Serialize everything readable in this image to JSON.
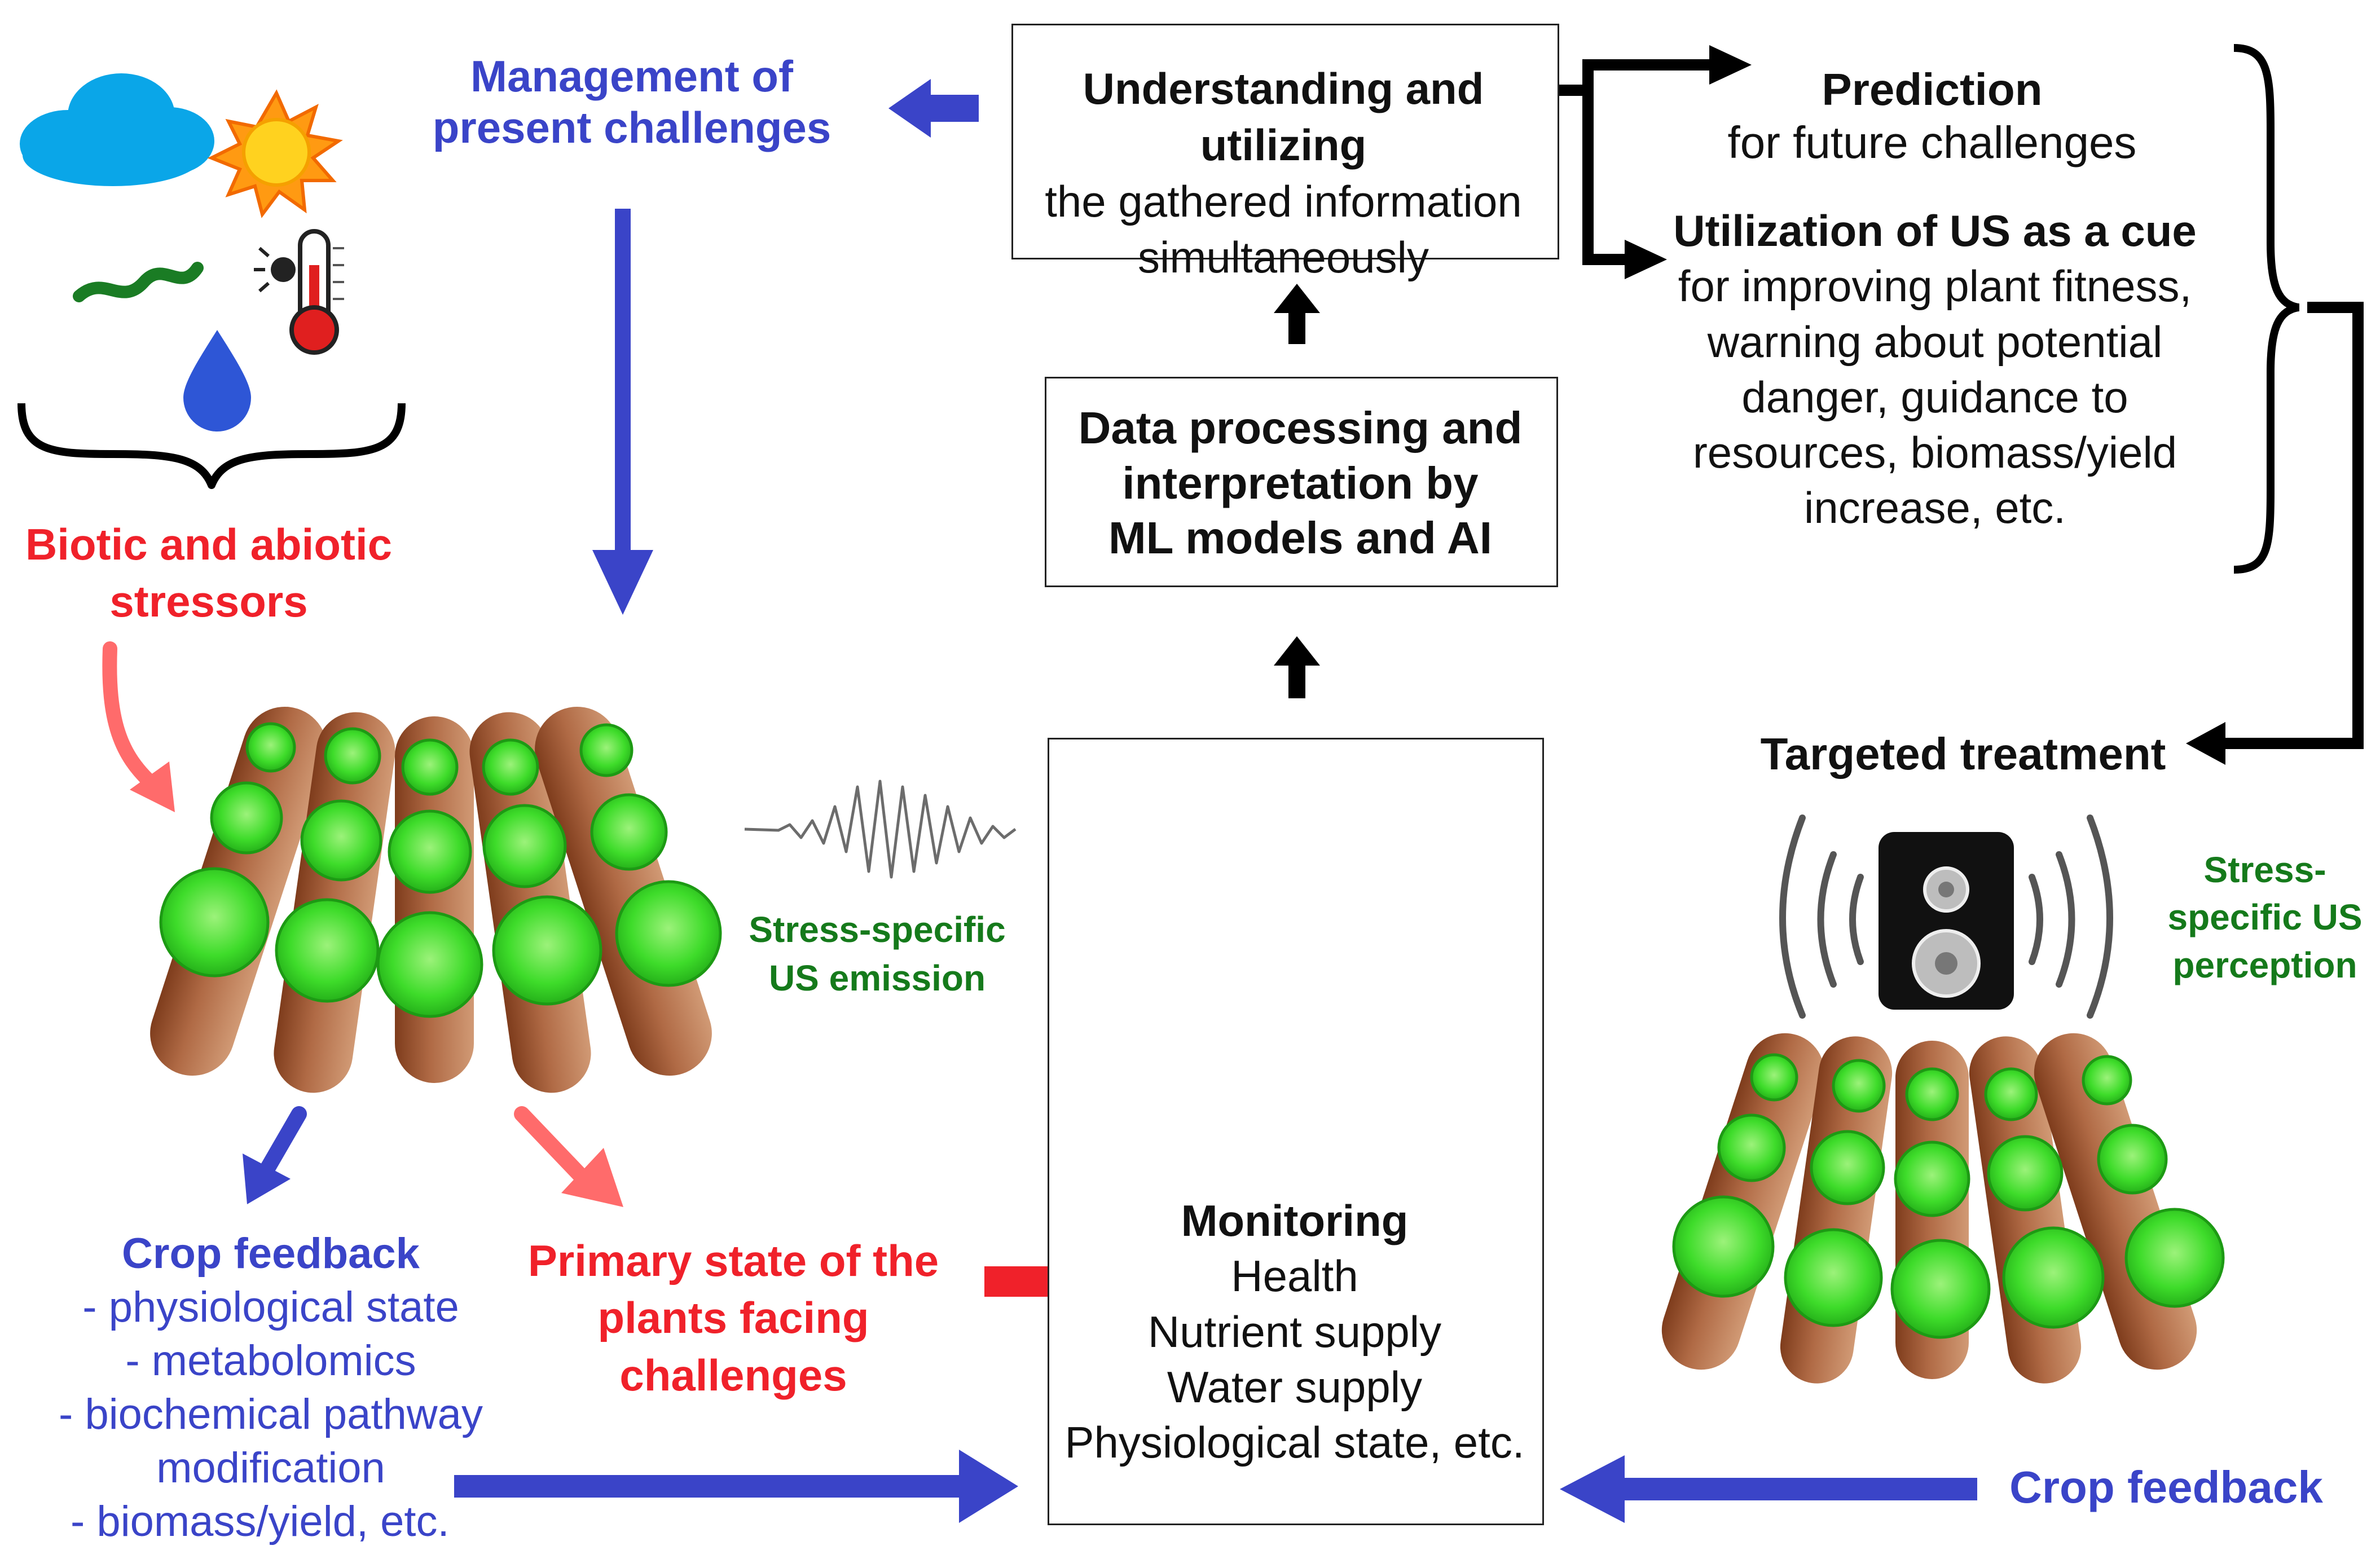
{
  "colors": {
    "blue": "#3a44c8",
    "red": "#f0212a",
    "green": "#157a1b",
    "black": "#111111",
    "soil": "#b06a45",
    "leaf": "#3edc2a"
  },
  "icons": [
    "cloud-icon",
    "sun-icon",
    "worm-icon",
    "thermometer-icon",
    "water-drop-icon",
    "farmer-icon",
    "microphone-icon",
    "speaker-icon",
    "sound-wave-icon"
  ],
  "management": {
    "lines": [
      "Management of",
      "present challenges"
    ]
  },
  "understanding": {
    "bold": "Understanding and utilizing",
    "lines": [
      "the gathered information",
      "simultaneously"
    ]
  },
  "prediction": {
    "title": "Prediction",
    "subtitle": "for future challenges"
  },
  "cue": {
    "title": "Utilization of US as a cue",
    "lines": [
      "for improving plant fitness,",
      "warning about potential",
      "danger, guidance to",
      "resources, biomass/yield",
      "increase, etc."
    ]
  },
  "processing": {
    "lines": [
      "Data processing and",
      "interpretation by",
      "ML models and AI"
    ]
  },
  "stressors": {
    "lines": [
      "Biotic and abiotic",
      "stressors"
    ]
  },
  "emission": {
    "lines": [
      "Stress-specific",
      "US emission"
    ]
  },
  "targeted": {
    "title": "Targeted treatment"
  },
  "perception": {
    "lines": [
      "Stress-",
      "specific US",
      "perception"
    ]
  },
  "crop_feedback_left": {
    "title": "Crop feedback",
    "lines": [
      "- physiological state",
      "- metabolomics",
      "- biochemical pathway",
      "modification",
      "- biomass/yield, etc."
    ]
  },
  "primary_state": {
    "lines": [
      "Primary state of the",
      "plants facing challenges"
    ]
  },
  "monitoring": {
    "title": "Monitoring",
    "lines": [
      "Health",
      "Nutrient supply",
      "Water supply",
      "Physiological state, etc."
    ]
  },
  "crop_feedback_right": {
    "title": "Crop feedback"
  }
}
